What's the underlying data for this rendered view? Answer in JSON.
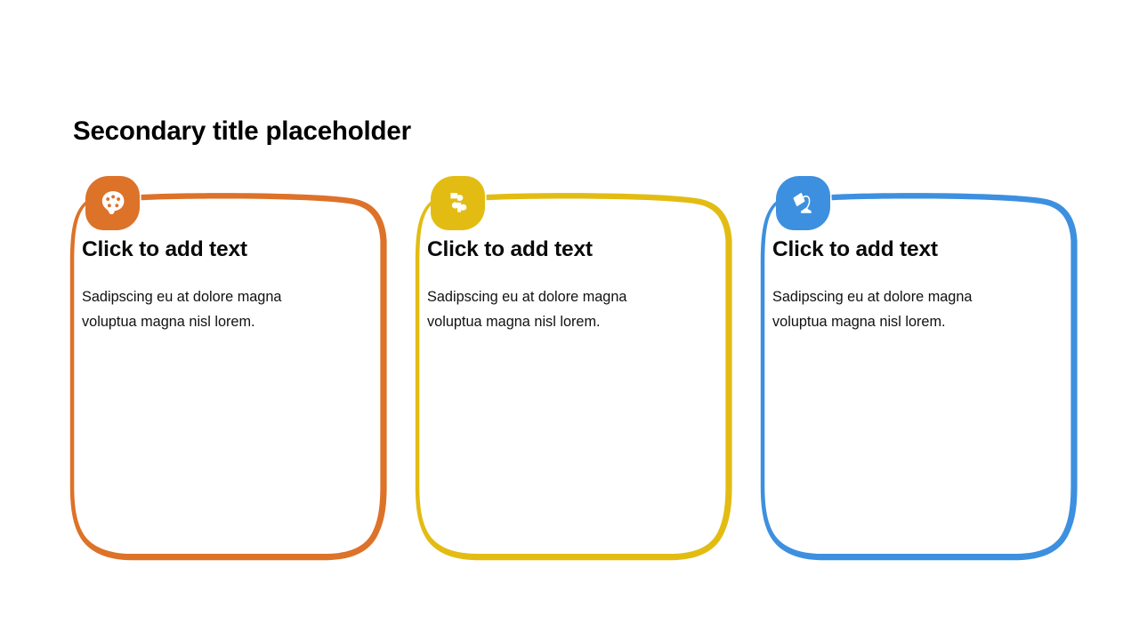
{
  "slide": {
    "title": "Secondary title placeholder",
    "background_color": "#FFFFFF",
    "title_color": "#000000"
  },
  "cards": [
    {
      "id": "card-orange",
      "accent_color": "#DD7229",
      "icon_name": "palette-icon",
      "heading": "Click to add text",
      "body": "Sadipscing eu at dolore magna voluptua magna nisl lorem."
    },
    {
      "id": "card-yellow",
      "accent_color": "#E3BC13",
      "icon_name": "puzzle-piece-icon",
      "heading": "Click to add text",
      "body": "Sadipscing eu at dolore magna voluptua magna nisl lorem."
    },
    {
      "id": "card-blue",
      "accent_color": "#3D90DF",
      "icon_name": "desk-lamp-icon",
      "heading": "Click to add text",
      "body": "Sadipscing eu at dolore magna voluptua magna nisl lorem."
    }
  ]
}
